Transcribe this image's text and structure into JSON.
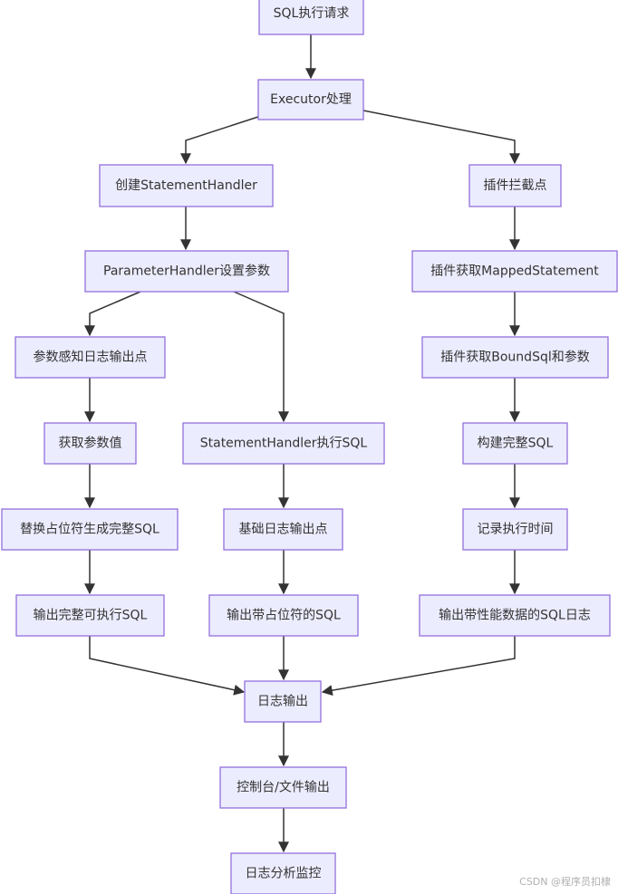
{
  "nodes": {
    "sql_request": "SQL执行请求",
    "executor": "Executor处理",
    "create_statement_handler": "创建StatementHandler",
    "plugin_intercept": "插件拦截点",
    "parameter_handler": "ParameterHandler设置参数",
    "plugin_mapped_statement": "插件获取MappedStatement",
    "param_aware_log": "参数感知日志输出点",
    "plugin_boundsql": "插件获取BoundSql和参数",
    "get_param_values": "获取参数值",
    "statement_handler_exec": "StatementHandler执行SQL",
    "build_full_sql": "构建完整SQL",
    "replace_placeholders": "替换占位符生成完整SQL",
    "basic_log": "基础日志输出点",
    "record_exec_time": "记录执行时间",
    "output_executable_sql": "输出完整可执行SQL",
    "output_placeholder_sql": "输出带占位符的SQL",
    "output_perf_sql_log": "输出带性能数据的SQL日志",
    "log_output": "日志输出",
    "console_file_output": "控制台/文件输出",
    "log_analysis": "日志分析监控"
  },
  "watermark": "CSDN @程序员扣棣",
  "colors": {
    "node_fill": "#ECECFF",
    "node_stroke": "#9370DB",
    "edge": "#333333",
    "text": "#333333"
  }
}
